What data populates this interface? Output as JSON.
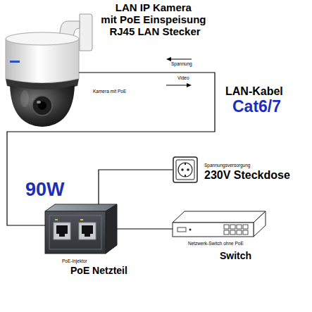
{
  "diagram": {
    "title": "LAN IP Kamera mit PoE Einspeisung RJ45 LAN Stecker",
    "nodes": [
      {
        "text": [
          "Kamera mit PoE"
        ]
      },
      {
        "text": [
          "Spannungsversorgung",
          "230V Steckdose"
        ]
      },
      {
        "text": [
          "PoE-Injektor",
          "PoE Netzteil"
        ]
      },
      {
        "text": [
          "Netzwerk-Switch ohne PoE",
          "Switch"
        ]
      }
    ],
    "edges": [
      {
        "from": 0,
        "to": 2,
        "arrow": "none"
      },
      {
        "from": 2,
        "to": 1,
        "arrow": "none"
      },
      {
        "from": 2,
        "to": 3,
        "arrow": "none"
      }
    ],
    "labels": [
      "Spannung",
      "Video",
      "LAN-Kabel",
      "Cat6/7",
      "90W"
    ]
  }
}
